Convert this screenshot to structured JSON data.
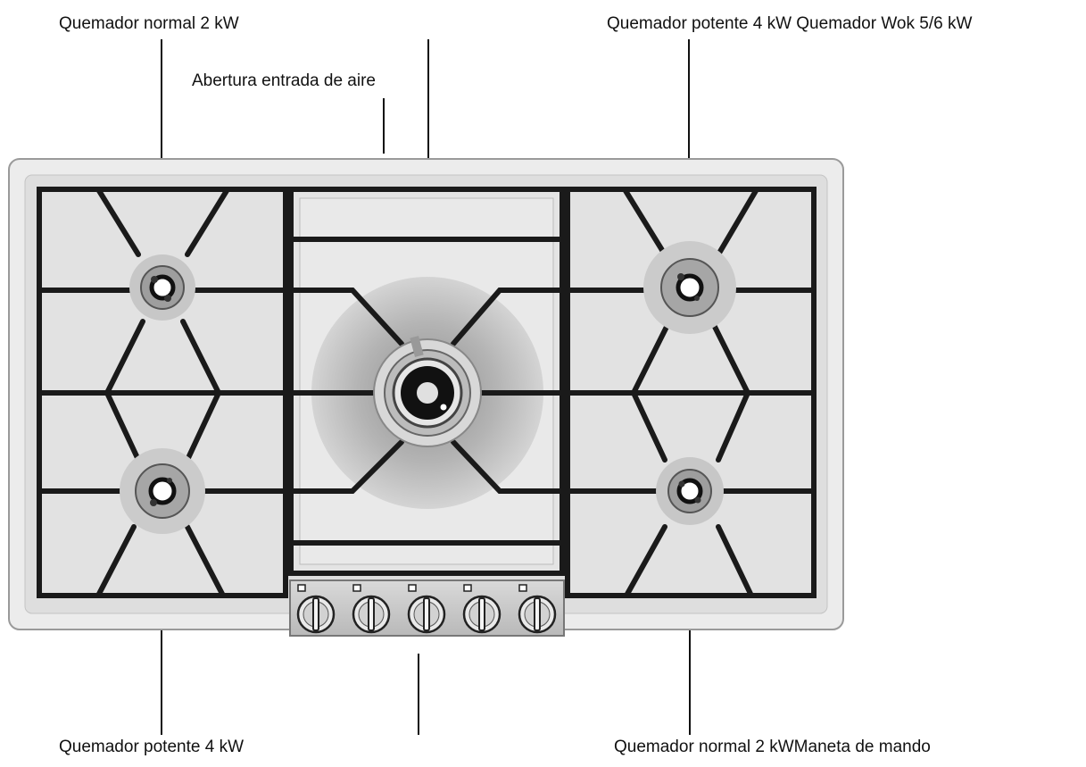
{
  "labels": {
    "burner_top_left": "Quemador normal 2 kW",
    "air_inlet": "Abertura entrada de aire",
    "burners_top_right": "Quemador potente 4 kW Quemador Wok 5/6 kW",
    "burner_bottom_left": "Quemador potente 4 kW",
    "bottom_right": "Quemador normal 2 kWManeta de mando"
  },
  "colors": {
    "surface": "#dcdcdc",
    "frame": "#e9e9e9",
    "grate": "#1a1a1a",
    "burner_ring": "#bdbdbd",
    "wok_glow": "#a9a9a9",
    "knob_panel": "#c9c9c9",
    "leader": "#111111"
  },
  "knobs": [
    {
      "icon": "burner-indicator-front-left-icon"
    },
    {
      "icon": "burner-indicator-rear-left-icon"
    },
    {
      "icon": "burner-indicator-center-icon"
    },
    {
      "icon": "burner-indicator-rear-right-icon"
    },
    {
      "icon": "burner-indicator-front-right-icon"
    }
  ]
}
